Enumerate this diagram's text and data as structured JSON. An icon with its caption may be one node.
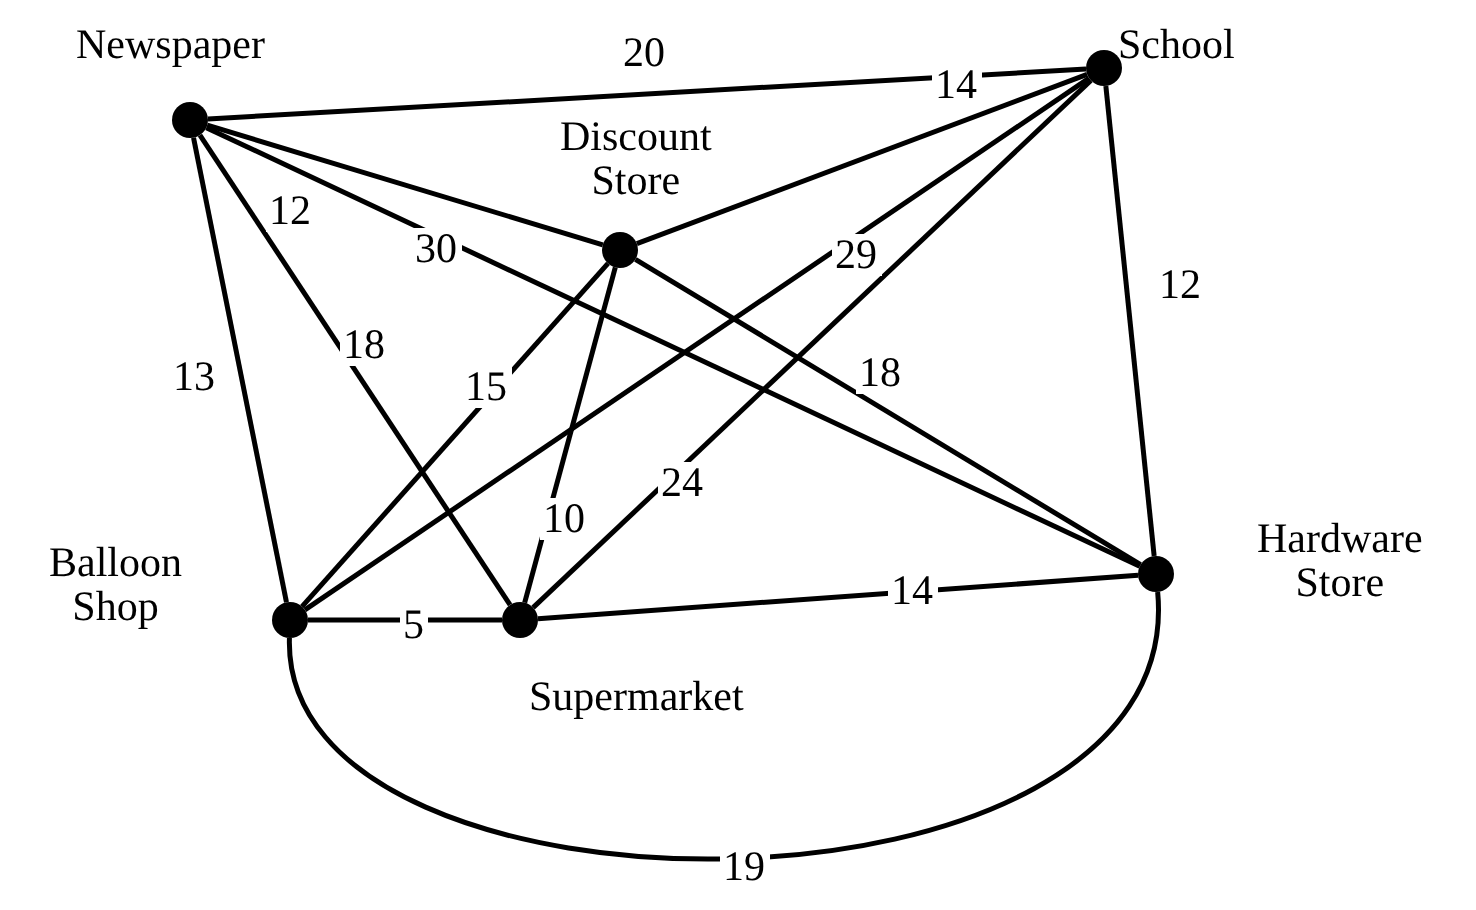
{
  "diagram": {
    "nodes": [
      {
        "text": [],
        "shape": "circle",
        "beside": [
          "Newspaper"
        ]
      },
      {
        "text": [],
        "shape": "circle",
        "beside": [
          "School"
        ]
      },
      {
        "text": [],
        "shape": "circle",
        "beside": [
          "Discount Store"
        ]
      },
      {
        "text": [],
        "shape": "circle",
        "beside": [
          "Balloon Shop"
        ]
      },
      {
        "text": [],
        "shape": "circle",
        "beside": [
          "Supermarket"
        ]
      },
      {
        "text": [],
        "shape": "circle",
        "beside": [
          "Hardware Store"
        ]
      }
    ],
    "edges": [
      {
        "from": 0,
        "to": 1,
        "arrow": "none",
        "label": "20"
      },
      {
        "from": 0,
        "to": 2,
        "arrow": "none",
        "label": "12"
      },
      {
        "from": 0,
        "to": 5,
        "arrow": "none",
        "label": "30"
      },
      {
        "from": 0,
        "to": 4,
        "arrow": "none",
        "label": "18"
      },
      {
        "from": 0,
        "to": 3,
        "arrow": "none",
        "label": "13"
      },
      {
        "from": 1,
        "to": 2,
        "arrow": "none",
        "label": "14"
      },
      {
        "from": 1,
        "to": 3,
        "arrow": "none",
        "label": "29"
      },
      {
        "from": 1,
        "to": 4,
        "arrow": "none",
        "label": "24"
      },
      {
        "from": 1,
        "to": 5,
        "arrow": "none",
        "label": "12"
      },
      {
        "from": 2,
        "to": 3,
        "arrow": "none",
        "label": "15"
      },
      {
        "from": 2,
        "to": 4,
        "arrow": "none",
        "label": "10"
      },
      {
        "from": 2,
        "to": 5,
        "arrow": "none",
        "label": "18"
      },
      {
        "from": 3,
        "to": 4,
        "arrow": "none",
        "label": "5"
      },
      {
        "from": 4,
        "to": 5,
        "arrow": "none",
        "label": "14"
      },
      {
        "from": 3,
        "to": 5,
        "arrow": "none",
        "label": "19"
      }
    ]
  }
}
